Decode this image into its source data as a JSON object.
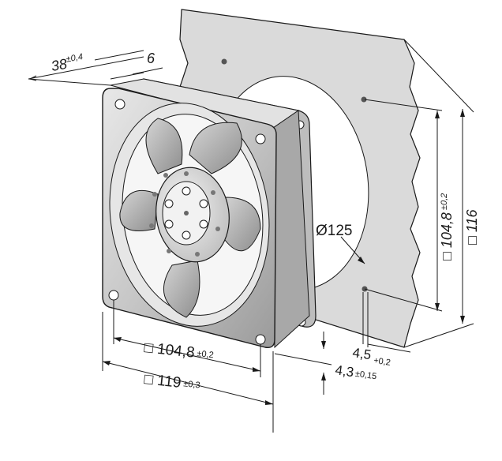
{
  "dimensions": {
    "depth": {
      "value": "38",
      "tol": "±0,4"
    },
    "flange": {
      "value": "6"
    },
    "diameter": {
      "value": "Ø125"
    },
    "hole_pitch_front": {
      "value": "□ 104,8",
      "tol": "±0,2"
    },
    "frame_size": {
      "value": "□ 119",
      "tol": "±0,3"
    },
    "hole_pitch_panel": {
      "value": "□ 104,8",
      "tol": "±0,2"
    },
    "panel_square": {
      "value": "□ 116"
    },
    "hole_dia_panel": {
      "value": "4,5",
      "tol": "+0,2"
    },
    "hole_dia_fan": {
      "value": "4,3",
      "tol": "±0,15"
    }
  },
  "colors": {
    "panel": "#dadada",
    "fan_frame": "#c9c9c9",
    "blade": "#b3b3b3",
    "line": "#1a1a1a"
  }
}
